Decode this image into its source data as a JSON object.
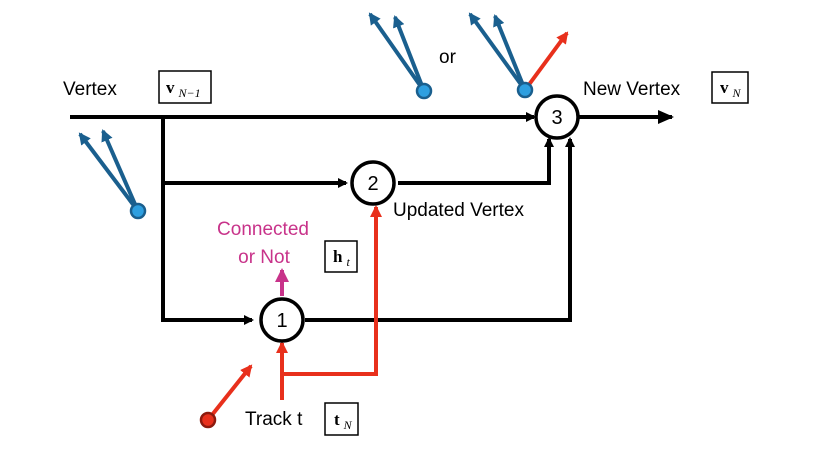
{
  "labels": {
    "vertex": "Vertex",
    "new_vertex": "New Vertex",
    "updated_vertex": "Updated Vertex",
    "connected": "Connected",
    "or_not": "or Not",
    "track": "Track t",
    "or": "or"
  },
  "symbols": {
    "v_prev": {
      "base": "v",
      "sub": "N−1"
    },
    "v_new": {
      "base": "v",
      "sub": "N"
    },
    "h_t": {
      "base": "h",
      "sub": "t"
    },
    "t_n": {
      "base": "t",
      "sub": "N"
    }
  },
  "nodes": {
    "node1": "1",
    "node2": "2",
    "node3": "3"
  },
  "colors": {
    "line": "#000000",
    "track": "#e8301c",
    "vertex_blue": "#1a5f8e",
    "vertex_point": "#2e9fe0",
    "magenta": "#c8338a"
  }
}
